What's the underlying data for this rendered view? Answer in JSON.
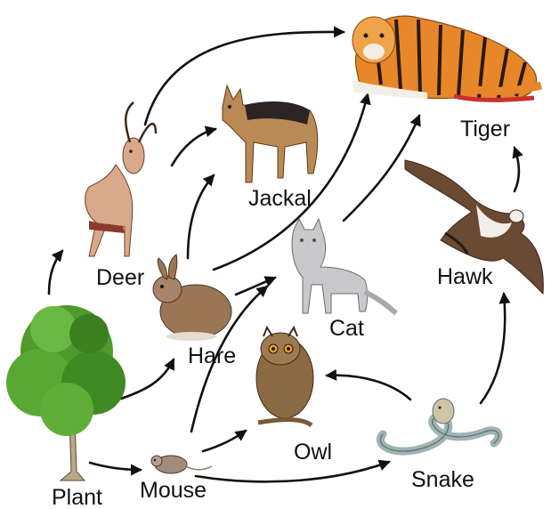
{
  "organisms": {
    "tiger": "Tiger",
    "jackal": "Jackal",
    "deer": "Deer",
    "hare": "Hare",
    "cat": "Cat",
    "hawk": "Hawk",
    "owl": "Owl",
    "plant": "Plant",
    "mouse": "Mouse",
    "snake": "Snake"
  },
  "feeding_links": [
    [
      "Plant",
      "Deer"
    ],
    [
      "Plant",
      "Hare"
    ],
    [
      "Plant",
      "Mouse"
    ],
    [
      "Deer",
      "Tiger"
    ],
    [
      "Deer",
      "Jackal"
    ],
    [
      "Hare",
      "Jackal"
    ],
    [
      "Hare",
      "Tiger"
    ],
    [
      "Hare",
      "Cat"
    ],
    [
      "Cat",
      "Tiger"
    ],
    [
      "Mouse",
      "Cat"
    ],
    [
      "Mouse",
      "Owl"
    ],
    [
      "Mouse",
      "Snake"
    ],
    [
      "Snake",
      "Owl"
    ],
    [
      "Snake",
      "Hawk"
    ],
    [
      "Hawk",
      "Tiger"
    ]
  ],
  "colors": {
    "tiger": "#e8862a",
    "jackal": "#b98a55",
    "deer": "#d9a98c",
    "hare": "#9a7656",
    "cat": "#c9c9cc",
    "hawk": "#6b4a33",
    "owl": "#8c6a44",
    "plant": "#4f9a2a",
    "mouse": "#a38b7a",
    "snake": "#9fb3b3"
  }
}
